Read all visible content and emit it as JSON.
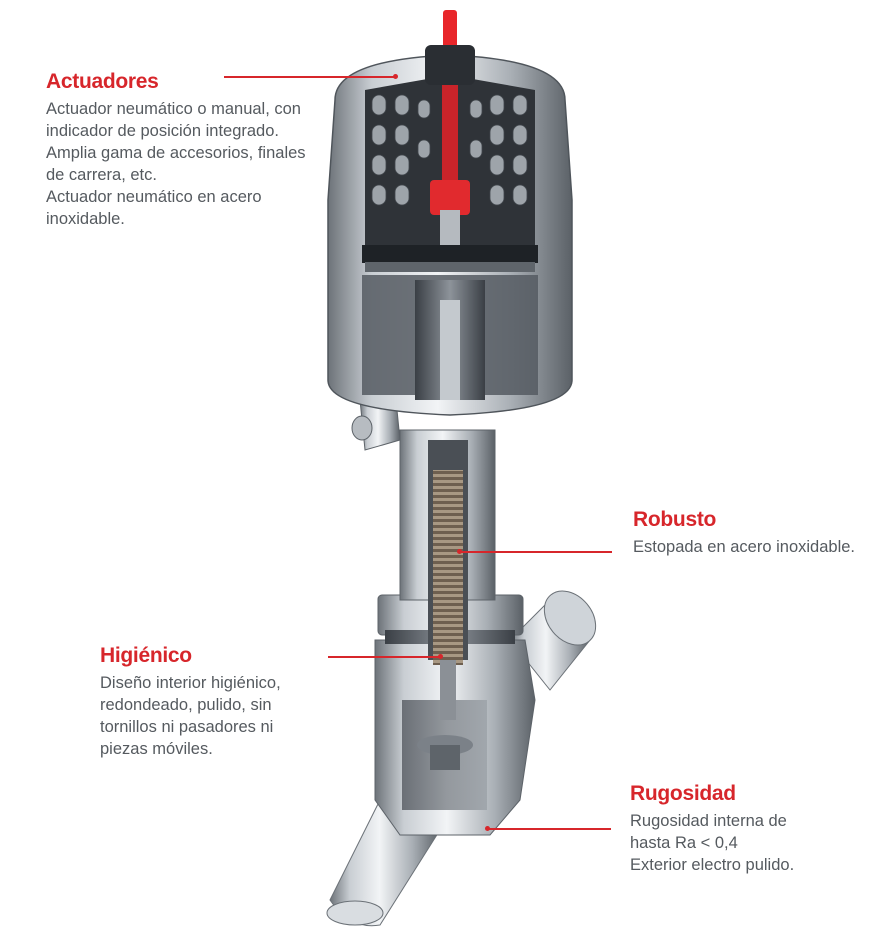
{
  "callouts": {
    "actuadores": {
      "title": "Actuadores",
      "text": "Actuador neumático o manual, con\nindicador de posición integrado.\nAmplia gama de accesorios, finales\nde carrera, etc.\nActuador neumático en acero\ninoxidable."
    },
    "robusto": {
      "title": "Robusto",
      "text": "Estopada en acero inoxidable."
    },
    "higienico": {
      "title": "Higiénico",
      "text": "Diseño interior higiénico,\nredondeado, pulido, sin\ntornillos ni pasadores ni\npiezas móviles."
    },
    "rugosidad": {
      "title": "Rugosidad",
      "text": "Rugosidad interna de\nhasta Ra < 0,4\nExterior electro pulido."
    }
  },
  "colors": {
    "accent": "#d7262b",
    "body_text": "#555a5f",
    "steel_light": "#e6e9ec",
    "steel_mid": "#a7adb3",
    "steel_dark": "#3e4349"
  },
  "illustration": {
    "subject": "angle-seat-valve-cutaway"
  }
}
